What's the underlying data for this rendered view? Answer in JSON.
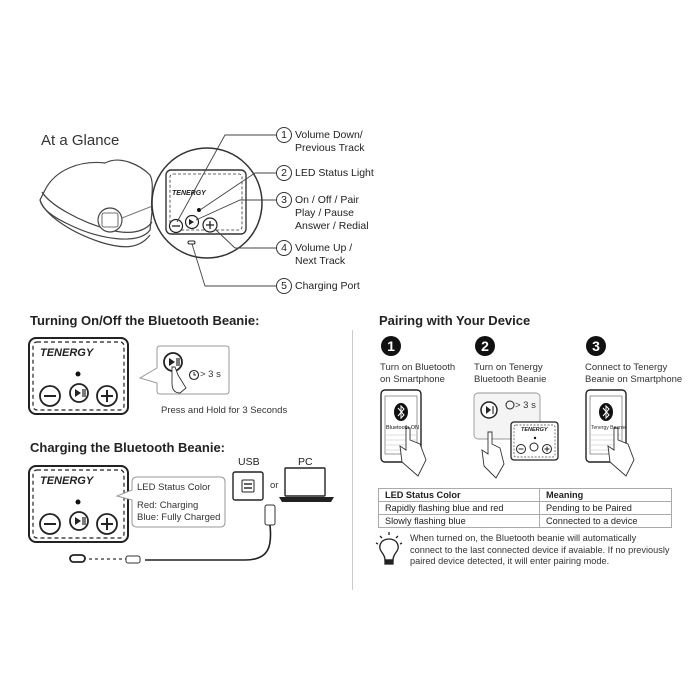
{
  "at_a_glance": {
    "title": "At a Glance",
    "brand": "TENERGY",
    "callouts": [
      {
        "num": "1",
        "lines": [
          "Volume Down/",
          "Previous Track"
        ]
      },
      {
        "num": "2",
        "lines": [
          "LED Status Light"
        ]
      },
      {
        "num": "3",
        "lines": [
          "On / Off / Pair",
          "Play / Pause",
          "Answer / Redial"
        ]
      },
      {
        "num": "4",
        "lines": [
          "Volume Up /",
          "Next Track"
        ]
      },
      {
        "num": "5",
        "lines": [
          "Charging Port"
        ]
      }
    ]
  },
  "turning_on_off": {
    "title": "Turning On/Off the Bluetooth Beanie:",
    "brand": "TENERGY",
    "timer_text": "> 3 s",
    "caption": "Press and Hold for 3 Seconds"
  },
  "charging": {
    "title": "Charging the Bluetooth Beanie:",
    "brand": "TENERGY",
    "bubble_title": "LED Status Color",
    "bubble_lines": [
      "Red: Charging",
      "Blue: Fully Charged"
    ],
    "usb_label": "USB",
    "or_label": "or",
    "pc_label": "PC"
  },
  "pairing": {
    "title": "Pairing with Your Device",
    "steps": [
      {
        "num": "1",
        "lines": [
          "Turn on Bluetooth",
          "on Smartphone"
        ],
        "screen_text": "Bluetooth ON"
      },
      {
        "num": "2",
        "lines": [
          "Turn on Tenergy",
          "Bluetooth Beanie"
        ],
        "timer_text": "> 3 s",
        "brand": "TENERGY"
      },
      {
        "num": "3",
        "lines": [
          "Connect to Tenergy",
          "Beanie on Smartphone"
        ],
        "screen_text": "Tenergy Beanie"
      }
    ],
    "led_table": {
      "headers": [
        "LED Status Color",
        "Meaning"
      ],
      "rows": [
        [
          "Rapidly flashing blue and red",
          "Pending to be Paired"
        ],
        [
          "Slowly flashing blue",
          "Connected to a device"
        ]
      ]
    },
    "tip_lines": [
      "When turned on, the Bluetooth beanie will automatically",
      "connect to the last connected device if avaiable. If no previously",
      "paired device detected, it will enter pairing mode."
    ]
  }
}
